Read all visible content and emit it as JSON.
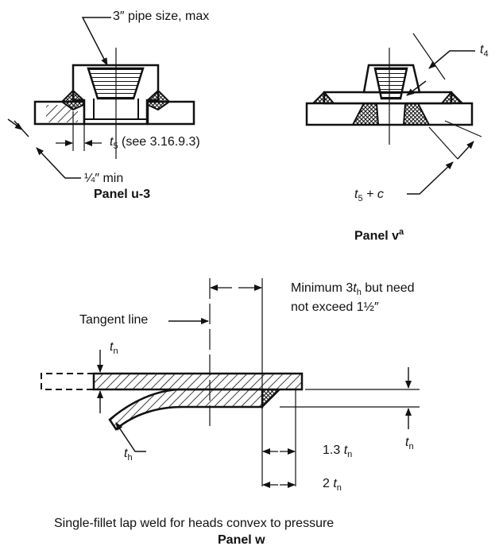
{
  "panel_u3": {
    "title": "Panel u-3",
    "label_pipe": "3″ pipe size, max",
    "label_t5_var": "t",
    "label_t5_sub": "5",
    "label_t5_ref": " (see 3.16.9.3)",
    "label_min": "¼″ min"
  },
  "panel_v": {
    "title": "Panel v",
    "title_sup": "a",
    "label_t4_var": "t",
    "label_t4_sub": "4",
    "label_t5c_var": "t",
    "label_t5c_sub": "5",
    "label_t5c_rest": " + c"
  },
  "panel_w": {
    "title": "Panel w",
    "caption": "Single-fillet lap weld for heads convex to pressure",
    "label_min_3tn_a": "Minimum 3",
    "label_min_3tn_var": "t",
    "label_min_3tn_sub": "h",
    "label_min_3tn_b": " but need",
    "label_not_exceed": "not exceed 1½″",
    "label_tangent": "Tangent line",
    "label_tn_top_var": "t",
    "label_tn_top_sub": "n",
    "label_th_var": "t",
    "label_th_sub": "h",
    "label_13tn_a": "1.3 ",
    "label_13tn_var": "t",
    "label_13tn_sub": "n",
    "label_2tn_a": "2 ",
    "label_2tn_var": "t",
    "label_2tn_sub": "n",
    "label_tn_right_var": "t",
    "label_tn_right_sub": "n"
  }
}
